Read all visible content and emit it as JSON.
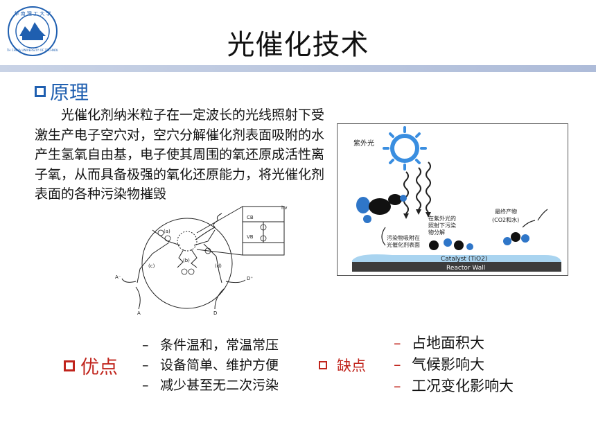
{
  "title": "光催化技术",
  "logo": {
    "icon": "university-seal-icon",
    "color": "#1f5fb0"
  },
  "principle": {
    "heading": "原理",
    "text": "光催化剂纳米粒子在一定波长的光线照射下受激生产电子空穴对，空穴分解催化剂表面吸附的水产生氢氧自由基，电子使其周围的氧还原成活性离子氧，从而具备极强的氧化还原能力，将光催化剂表面的各种污染物摧毁"
  },
  "mechanism_diagram": {
    "labels": {
      "hv": "hv",
      "cb": "CB",
      "vb": "VB",
      "a": "(a)",
      "b": "(b)",
      "c": "(c)",
      "d": "(d)",
      "a_minus": "A⁻",
      "d_plus": "D⁺",
      "A": "A",
      "D": "D"
    }
  },
  "figure": {
    "uv_label": "紫外光",
    "decompose_label": "在紫外光的\n照射下污染\n物分解",
    "final_label": "最终产物\n(CO2和水)",
    "adsorb_label": "污染物吸附在\n光催化剂表面",
    "catalyst_label": "Catalyst (TiO2)",
    "wall_label": "Reactor Wall",
    "colors": {
      "sun": "#3a8ee0",
      "catalyst": "#a9d4f0",
      "wall": "#3c3c3c",
      "molecule_blue": "#2f76c8"
    }
  },
  "advantages": {
    "heading": "优点",
    "items": [
      "条件温和，常温常压",
      "设备简单、维护方便",
      "减少甚至无二次污染"
    ]
  },
  "disadvantages": {
    "heading": "缺点",
    "items": [
      "占地面积大",
      "气候影响大",
      "工况变化影响大"
    ]
  },
  "dash": "–",
  "colors": {
    "title_bar": "#aebcd9",
    "blue_heading": "#1f5fb0",
    "red_heading": "#c0241c"
  }
}
